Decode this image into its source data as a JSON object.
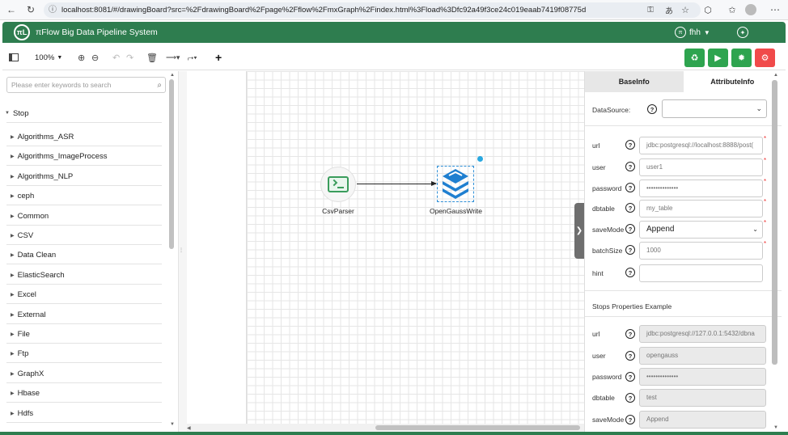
{
  "browser": {
    "url": "localhost:8081/#/drawingBoard?src=%2FdrawingBoard%2Fpage%2Fflow%2FmxGraph%2Findex.html%3Fload%3Dfc92a49f3ce24c019eaab7419f08775d"
  },
  "app": {
    "logo_text": "πL",
    "title": "πFlow Big Data Pipeline System",
    "user": "fhh"
  },
  "toolbar": {
    "zoom": "100%"
  },
  "left": {
    "search_placeholder": "Please enter keywords to search",
    "root": "Stop",
    "groups": [
      "Algorithms_ASR",
      "Algorithms_ImageProcess",
      "Algorithms_NLP",
      "ceph",
      "Common",
      "CSV",
      "Data Clean",
      "ElasticSearch",
      "Excel",
      "External",
      "File",
      "Ftp",
      "GraphX",
      "Hbase",
      "Hdfs"
    ]
  },
  "canvas": {
    "node1_label": "CsvParser",
    "node2_label": "OpenGaussWrite"
  },
  "right": {
    "tabs": [
      "BaseInfo",
      "AttributeInfo"
    ],
    "active_tab": "AttributeInfo",
    "datasource_label": "DataSource:",
    "fields": [
      {
        "label": "url",
        "value": "jdbc:postgresql://localhost:8888/post("
      },
      {
        "label": "user",
        "value": "user1"
      },
      {
        "label": "password",
        "value": "••••••••••••••"
      },
      {
        "label": "dbtable",
        "value": "my_table"
      },
      {
        "label": "saveMode",
        "value": "Append"
      },
      {
        "label": "batchSize",
        "value": "1000"
      },
      {
        "label": "hint",
        "value": ""
      }
    ],
    "example_title": "Stops Properties Example",
    "examples": [
      {
        "label": "url",
        "value": "jdbc:postgresql://127.0.0.1:5432/dbna"
      },
      {
        "label": "user",
        "value": "opengauss"
      },
      {
        "label": "password",
        "value": "••••••••••••••"
      },
      {
        "label": "dbtable",
        "value": "test"
      },
      {
        "label": "saveMode",
        "value": "Append"
      }
    ]
  },
  "colors": {
    "primary": "#2e7d4f",
    "run": "#2ea44f",
    "stop": "#f04a4a",
    "link": "#2f8fd6"
  }
}
